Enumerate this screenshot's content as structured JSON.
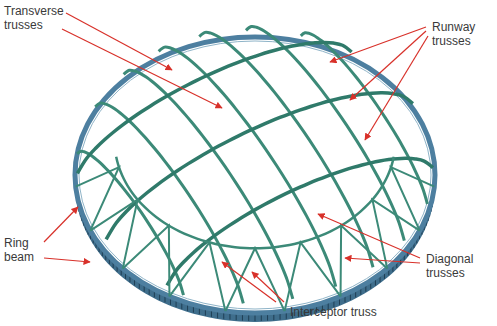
{
  "diagram": {
    "labels": [
      "Transverse trusses",
      "Runway trusses",
      "Ring beam",
      "Diagonal trusses",
      "Interceptor truss"
    ]
  }
}
